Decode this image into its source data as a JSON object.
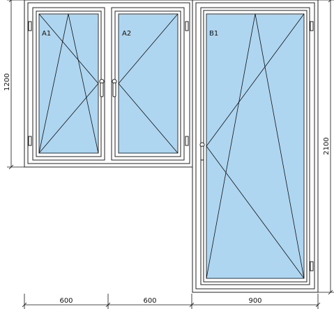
{
  "colors": {
    "frame_stroke": "#222222",
    "frame_fill": "#ffffff",
    "glass": "#aed6f1",
    "line": "#111111"
  },
  "sashes": [
    {
      "label": "A1"
    },
    {
      "label": "A2"
    },
    {
      "label": "B1"
    }
  ],
  "dimensions": {
    "widths": [
      "600",
      "600",
      "900"
    ],
    "height_left": "1200",
    "height_right": "2100"
  }
}
